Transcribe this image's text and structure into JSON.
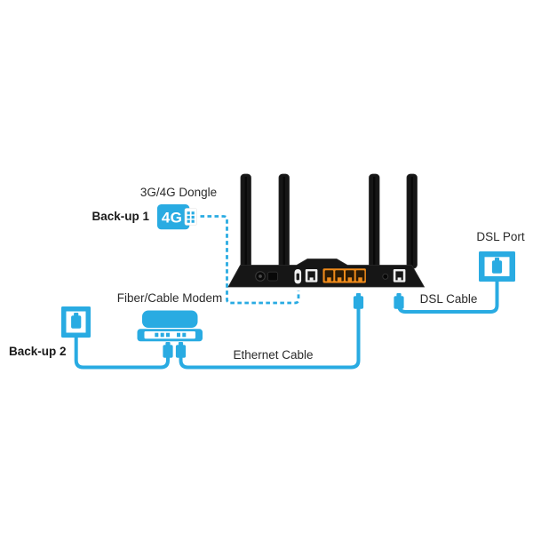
{
  "page": {
    "type": "router-backup-connection-diagram",
    "background": "#ffffff"
  },
  "labels": {
    "dongle": "3G/4G Dongle",
    "backup1": "Back-up 1",
    "dongle_badge": "4G",
    "dsl_port": "DSL Port",
    "dsl_cable": "DSL Cable",
    "modem": "Fiber/Cable Modem",
    "backup2": "Back-up 2",
    "ethernet_cable": "Ethernet Cable"
  },
  "colors": {
    "accent_blue": "#29abe2",
    "router_black": "#161616",
    "lan_port_orange": "#ef8a1a",
    "label_text": "#2a2a2a",
    "background": "#ffffff"
  },
  "icons": [
    "usb-dongle-icon",
    "wall-outlet-icon",
    "modem-icon",
    "dsl-wall-socket-icon",
    "router-icon",
    "rj45-plug-icon"
  ],
  "router_ports": [
    "power-jack",
    "power-button",
    "usb-port",
    "wan-port",
    "lan-port-1",
    "lan-port-2",
    "lan-port-3",
    "lan-port-4",
    "reset-button",
    "dsl-port"
  ],
  "connections": [
    {
      "id": "backup1-dashed-link",
      "style": "dashed",
      "label": "Back-up 1"
    },
    {
      "id": "dsl-cable",
      "style": "solid",
      "label": "DSL Cable"
    },
    {
      "id": "ethernet-cable",
      "style": "solid",
      "label": "Ethernet Cable"
    },
    {
      "id": "backup2-cable",
      "style": "solid",
      "label": "Back-up 2"
    }
  ]
}
